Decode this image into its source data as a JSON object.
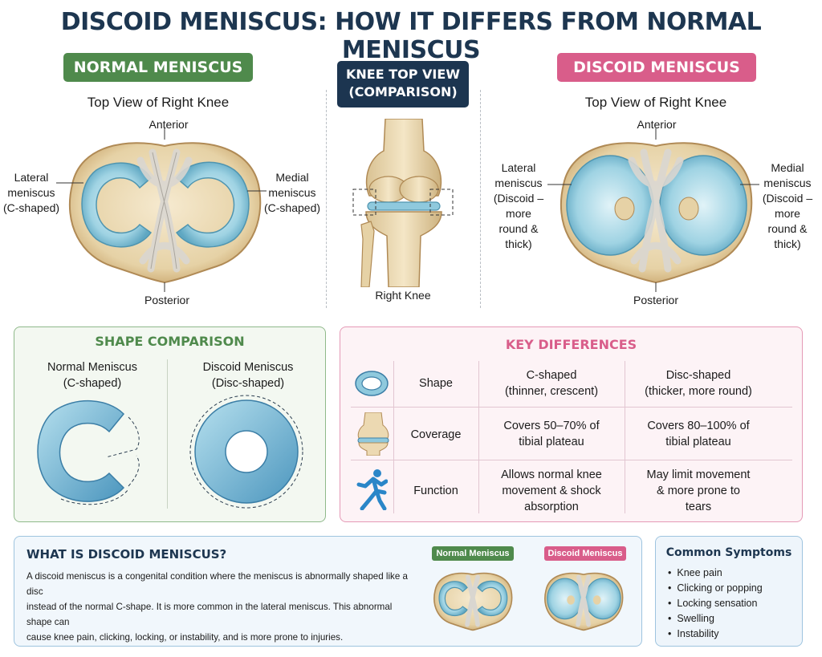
{
  "title": "DISCOID MENISCUS: HOW IT DIFFERS FROM NORMAL MENISCUS",
  "normal": {
    "badge": "NORMAL MENISCUS",
    "subtitle": "Top View of Right Knee",
    "anterior": "Anterior",
    "posterior": "Posterior",
    "lateral_label": [
      "Lateral",
      "meniscus",
      "(C-shaped)"
    ],
    "medial_label": [
      "Medial",
      "meniscus",
      "(C-shaped)"
    ]
  },
  "knee_view": {
    "badge_line1": "KNEE TOP VIEW",
    "badge_line2": "(COMPARISON)",
    "caption": "Right Knee"
  },
  "discoid": {
    "badge": "DISCOID MENISCUS",
    "subtitle": "Top View of Right Knee",
    "anterior": "Anterior",
    "posterior": "Posterior",
    "lateral_label": [
      "Lateral",
      "meniscus",
      "(Discoid –",
      "more",
      "round &",
      "thick)"
    ],
    "medial_label": [
      "Medial",
      "meniscus",
      "(Discoid –",
      "more",
      "round &",
      "thick)"
    ]
  },
  "shape_comparison": {
    "title": "SHAPE COMPARISON",
    "normal_name": "Normal Meniscus",
    "normal_shape": "(C-shaped)",
    "discoid_name": "Discoid Meniscus",
    "discoid_shape": "(Disc-shaped)"
  },
  "key_differences": {
    "title": "KEY DIFFERENCES",
    "rows": [
      {
        "icon": "ring-icon",
        "label": "Shape",
        "normal": [
          "C-shaped",
          "(thinner, crescent)"
        ],
        "discoid": [
          "Disc-shaped",
          "(thicker, more round)"
        ]
      },
      {
        "icon": "knee-icon",
        "label": "Coverage",
        "normal": [
          "Covers 50–70% of",
          "tibial plateau"
        ],
        "discoid": [
          "Covers 80–100% of",
          "tibial plateau"
        ]
      },
      {
        "icon": "runner-icon",
        "label": "Function",
        "normal": [
          "Allows normal knee",
          "movement & shock",
          "absorption"
        ],
        "discoid": [
          "May limit movement",
          "& more prone to",
          "tears"
        ]
      }
    ]
  },
  "what_is": {
    "title": "WHAT IS DISCOID MENISCUS?",
    "text": [
      "A discoid meniscus is a congenital condition where the meniscus is abnormally shaped like a disc",
      "instead of the normal C-shape. It is more common in the lateral meniscus. This abnormal shape can",
      "cause knee pain, clicking, locking, or instability, and is more prone to injuries."
    ],
    "normal_badge": "Normal Meniscus",
    "discoid_badge": "Discoid Meniscus"
  },
  "symptoms": {
    "title": "Common Symptoms",
    "items": [
      "Knee pain",
      "Clicking or popping",
      "Locking sensation",
      "Swelling",
      "Instability"
    ]
  },
  "colors": {
    "title": "#1d3650",
    "normal_green": "#4f8a4c",
    "discoid_pink": "#d95d8a",
    "navy": "#1c3550",
    "meniscus_blue": "#8fc9dd",
    "bone": "#e8d6ae"
  }
}
